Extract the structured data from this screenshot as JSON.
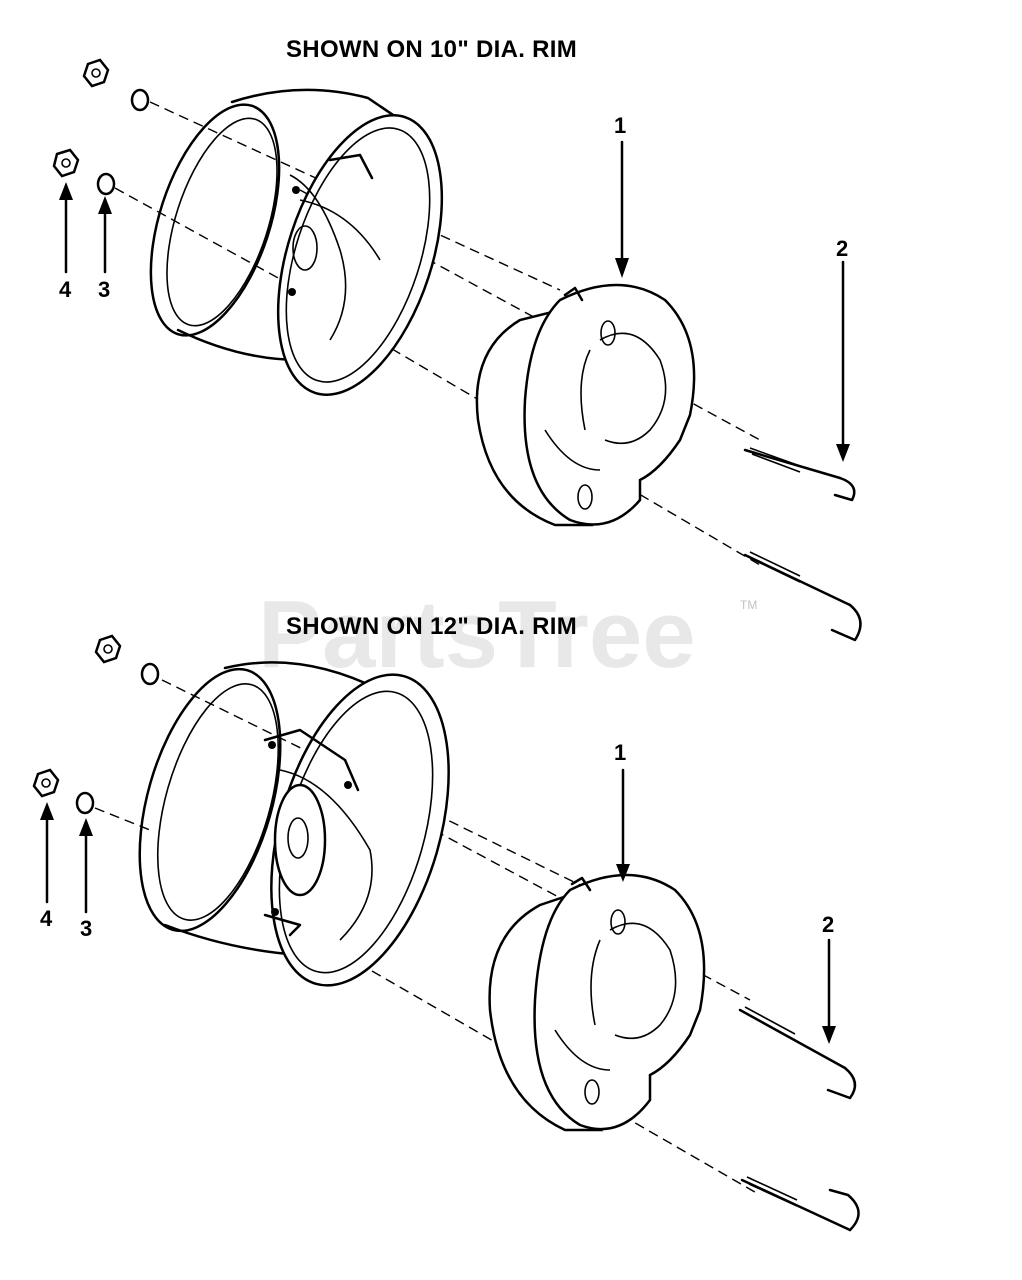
{
  "watermark": {
    "text": "PartsTree",
    "tm": "TM"
  },
  "diagrams": [
    {
      "title": "SHOWN ON 10\" DIA. RIM",
      "callouts": {
        "weight": "1",
        "bolt": "2",
        "lockwasher": "3",
        "nut": "4"
      }
    },
    {
      "title": "SHOWN ON 12\" DIA. RIM",
      "callouts": {
        "weight": "1",
        "bolt": "2",
        "lockwasher": "3",
        "nut": "4"
      }
    }
  ]
}
